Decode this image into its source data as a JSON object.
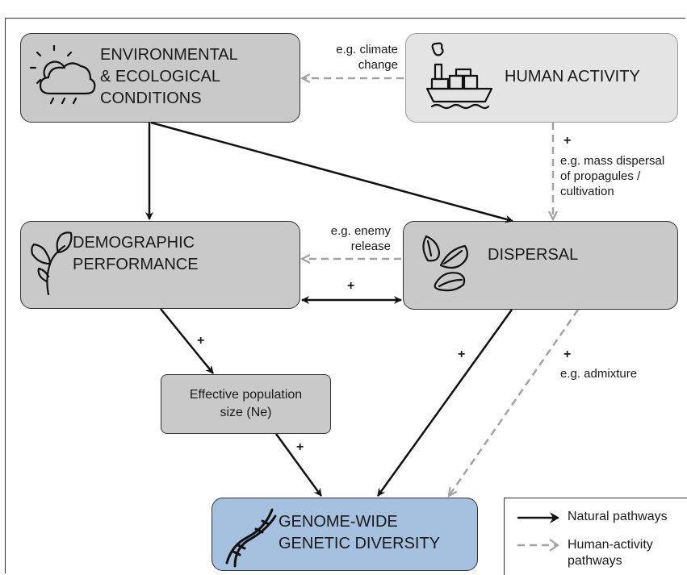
{
  "nodes": {
    "environmental": {
      "line1": "ENVIRONMENTAL",
      "line2": "& ECOLOGICAL",
      "line3": "CONDITIONS",
      "icon": "weather-icon"
    },
    "human_activity": {
      "label": "HUMAN ACTIVITY",
      "icon": "cargo-ship-icon"
    },
    "demographic": {
      "line1": "DEMOGRAPHIC",
      "line2": "PERFORMANCE",
      "icon": "plant-sprout-icon"
    },
    "dispersal": {
      "label": "DISPERSAL",
      "icon": "seeds-icon"
    },
    "effective_population": {
      "line1": "Effective population",
      "line2": "size (Ne)"
    },
    "genetic_diversity": {
      "line1": "GENOME-WIDE",
      "line2": "GENETIC DIVERSITY",
      "icon": "dna-icon"
    }
  },
  "edge_labels": {
    "climate_line1": "e.g. climate",
    "climate_line2": "change",
    "mass_plus": "+",
    "mass_line1": "e.g. mass dispersal",
    "mass_line2": "of propagules /",
    "mass_line3": "cultivation",
    "enemy_line1": "e.g. enemy",
    "enemy_line2": "release",
    "demo_disp_plus": "+",
    "demo_ne_plus": "+",
    "ne_gen_plus": "+",
    "disp_gen_plus": "+",
    "admix_plus": "+",
    "admix_label": "e.g. admixture"
  },
  "legend": {
    "natural": "Natural pathways",
    "human_line1": "Human-activity",
    "human_line2": "pathways"
  },
  "colors": {
    "natural_arrow": "#111111",
    "human_arrow": "#a3a3a3",
    "box_gray": "#c9c9c9",
    "box_light": "#e4e4e4",
    "box_blue": "#a6c0df"
  }
}
